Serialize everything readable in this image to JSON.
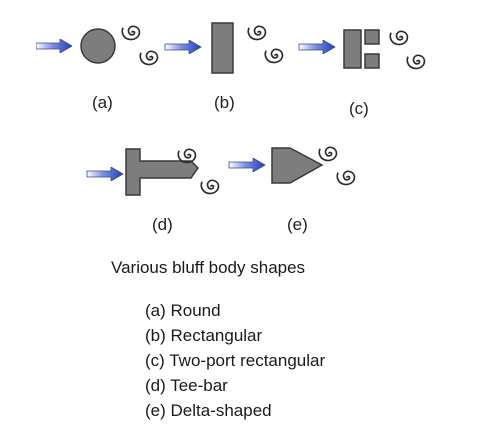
{
  "caption": "Various bluff body shapes",
  "labels": {
    "round": "(a)",
    "rectangular": "(b)",
    "two_port": "(c)",
    "tee_bar": "(d)",
    "delta": "(e)"
  },
  "legend": [
    "(a) Round",
    "(b) Rectangular",
    "(c) Two-port rectangular",
    "(d) Tee-bar",
    "(e) Delta-shaped"
  ],
  "colors": {
    "body_fill": "#7d7d7d",
    "body_stroke": "#3a3a3a",
    "arrow_dark": "#1f3fb8",
    "vortex": "#2b2b2b"
  }
}
